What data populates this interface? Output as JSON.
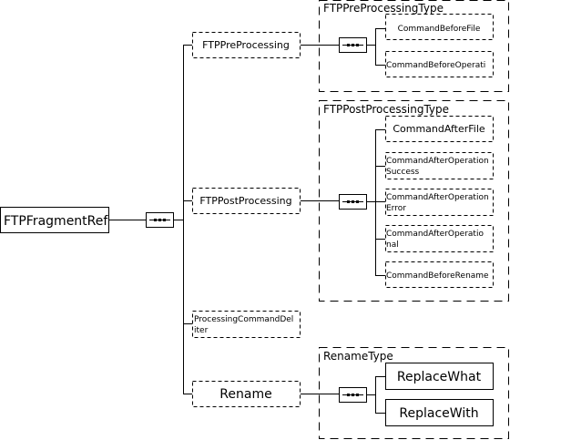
{
  "root": {
    "label": "FTPFragmentRef"
  },
  "children": [
    {
      "label": "FTPPreProcessing",
      "optional": true
    },
    {
      "label": "FTPPostProcessing",
      "optional": true
    },
    {
      "label_lines": [
        "ProcessingCommandDel",
        "iter"
      ],
      "optional": true
    },
    {
      "label": "Rename",
      "optional": true
    }
  ],
  "groups": {
    "pre": {
      "title": "FTPPreProcessingType",
      "items": [
        {
          "lines": [
            "CommandBeforeFile"
          ],
          "optional": true
        },
        {
          "lines": [
            "CommandBeforeOperati"
          ],
          "optional": true
        }
      ]
    },
    "post": {
      "title": "FTPPostProcessingType",
      "items": [
        {
          "lines": [
            "CommandAfterFile"
          ],
          "optional": true
        },
        {
          "lines": [
            "CommandAfterOperation",
            "Success"
          ],
          "optional": true
        },
        {
          "lines": [
            "CommandAfterOperation",
            "Error"
          ],
          "optional": true
        },
        {
          "lines": [
            "CommandAfterOperatio",
            "nal"
          ],
          "optional": true
        },
        {
          "lines": [
            "CommandBeforeRename"
          ],
          "optional": true
        }
      ]
    },
    "rename": {
      "title": "RenameType",
      "items": [
        {
          "lines": [
            "ReplaceWhat"
          ],
          "optional": false
        },
        {
          "lines": [
            "ReplaceWith"
          ],
          "optional": false
        }
      ]
    }
  },
  "compositor": {
    "kind": "sequence",
    "icon": "sequence-icon"
  }
}
